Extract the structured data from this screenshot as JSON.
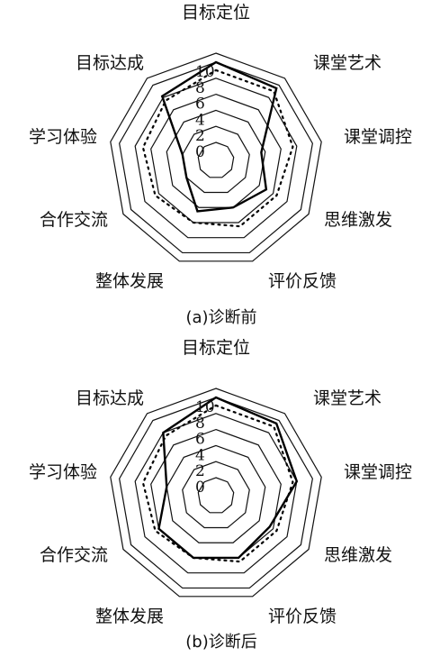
{
  "chart_data": [
    {
      "type": "radar",
      "caption": "(a)诊断前",
      "axes": [
        "目标定位",
        "课堂艺术",
        "课堂调控",
        "思维激发",
        "评价反馈",
        "整体发展",
        "合作交流",
        "学习体验",
        "目标达成"
      ],
      "r_ticks": [
        0,
        2,
        4,
        6,
        8,
        10
      ],
      "rlim": [
        0,
        10
      ],
      "series": [
        {
          "style": "solid",
          "color": "#000000",
          "values": [
            10,
            9.5,
            3.5,
            5,
            4,
            4.5,
            2,
            2,
            8.2
          ]
        },
        {
          "style": "dotted",
          "color": "#000000",
          "values": [
            9,
            9,
            7.5,
            6.5,
            6.5,
            6,
            6.5,
            7,
            7.5
          ]
        }
      ]
    },
    {
      "type": "radar",
      "caption": "(b)诊断后",
      "axes": [
        "目标定位",
        "课堂艺术",
        "课堂调控",
        "思维激发",
        "评价反馈",
        "整体发展",
        "合作交流",
        "学习体验",
        "目标达成"
      ],
      "r_ticks": [
        0,
        2,
        4,
        6,
        8,
        10
      ],
      "rlim": [
        0,
        10
      ],
      "series": [
        {
          "style": "solid",
          "color": "#000000",
          "values": [
            10,
            9.5,
            8,
            5.5,
            6,
            6,
            6,
            4,
            8
          ]
        },
        {
          "style": "dotted",
          "color": "#000000",
          "values": [
            9,
            9,
            7.5,
            6.5,
            6.5,
            6,
            6.5,
            7,
            7.5
          ]
        }
      ]
    }
  ]
}
